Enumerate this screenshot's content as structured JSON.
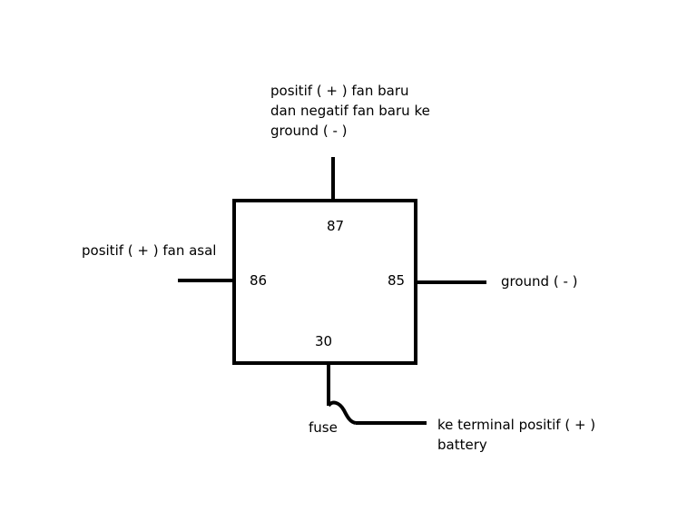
{
  "pins": {
    "p87": "87",
    "p86": "86",
    "p85": "85",
    "p30": "30"
  },
  "labels": {
    "top_line1": "positif ( + ) fan baru",
    "top_line2": "dan negatif fan baru ke",
    "top_line3": "ground ( - )",
    "left": "positif ( + ) fan asal",
    "right": "ground ( - )",
    "bottom_line1": "ke terminal positif ( + )",
    "bottom_line2": "battery",
    "fuse": "fuse"
  },
  "colors": {
    "line": "#000000",
    "background": "#ffffff"
  }
}
